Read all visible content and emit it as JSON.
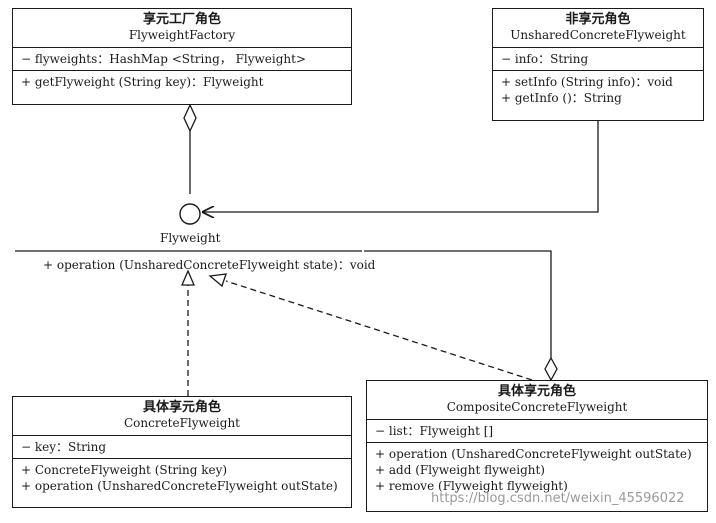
{
  "flyweight_factory": {
    "role": "享元工厂角色",
    "name": "FlyweightFactory",
    "attributes": [
      "− flyweights：HashMap <String， Flyweight>"
    ],
    "methods": [
      "+ getFlyweight (String key)：Flyweight"
    ]
  },
  "unshared_concrete_flyweight": {
    "role": "非享元角色",
    "name": "UnsharedConcreteFlyweight",
    "attributes": [
      "− info：String"
    ],
    "methods": [
      "+ setInfo (String info)：void",
      "+ getInfo ()：String"
    ]
  },
  "flyweight_interface": {
    "name": "Flyweight",
    "methods": [
      "+ operation (UnsharedConcreteFlyweight state)：void"
    ]
  },
  "concrete_flyweight": {
    "role": "具体享元角色",
    "name": "ConcreteFlyweight",
    "attributes": [
      "− key：String"
    ],
    "methods": [
      "+ ConcreteFlyweight (String key)",
      "+ operation (UnsharedConcreteFlyweight outState)"
    ]
  },
  "composite_concrete_flyweight": {
    "role": "具体享元角色",
    "name": "CompositeConcreteFlyweight",
    "attributes": [
      "− list：Flyweight []"
    ],
    "methods": [
      "+ operation (UnsharedConcreteFlyweight outState)",
      "+ add (Flyweight flyweight)",
      "+ remove (Flyweight flyweight)"
    ]
  },
  "watermark": "https://blog.csdn.net/weixin_45596022"
}
